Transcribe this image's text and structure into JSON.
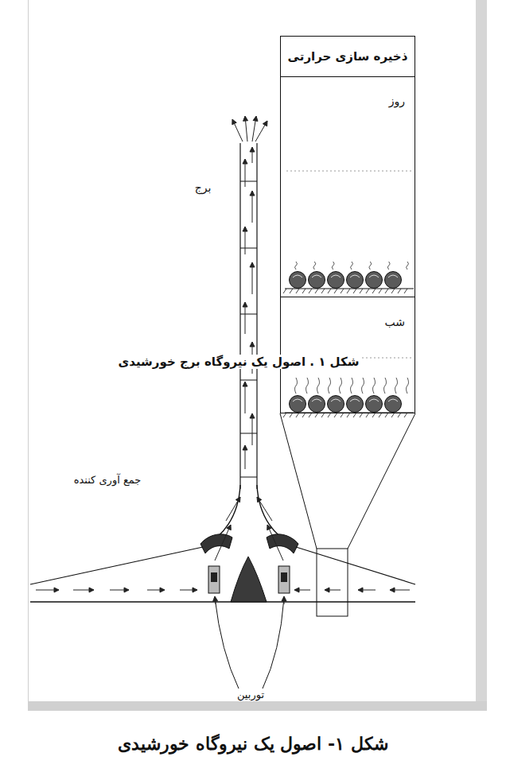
{
  "diagram": {
    "caption": "شکل ۱- اصول یک نیروگاه خورشیدی",
    "nodes": [
      {
        "text": [
          "ذخیره سازی حرارتی"
        ]
      },
      {
        "text": [
          "روز"
        ],
        "in": 0
      },
      {
        "text": [
          "شب"
        ],
        "in": 0
      }
    ],
    "labels": [
      "برج",
      "شکل ۱ . اصول یک نیروگاه برج خورشیدی",
      "جمع آوری کننده",
      "توربین"
    ]
  }
}
